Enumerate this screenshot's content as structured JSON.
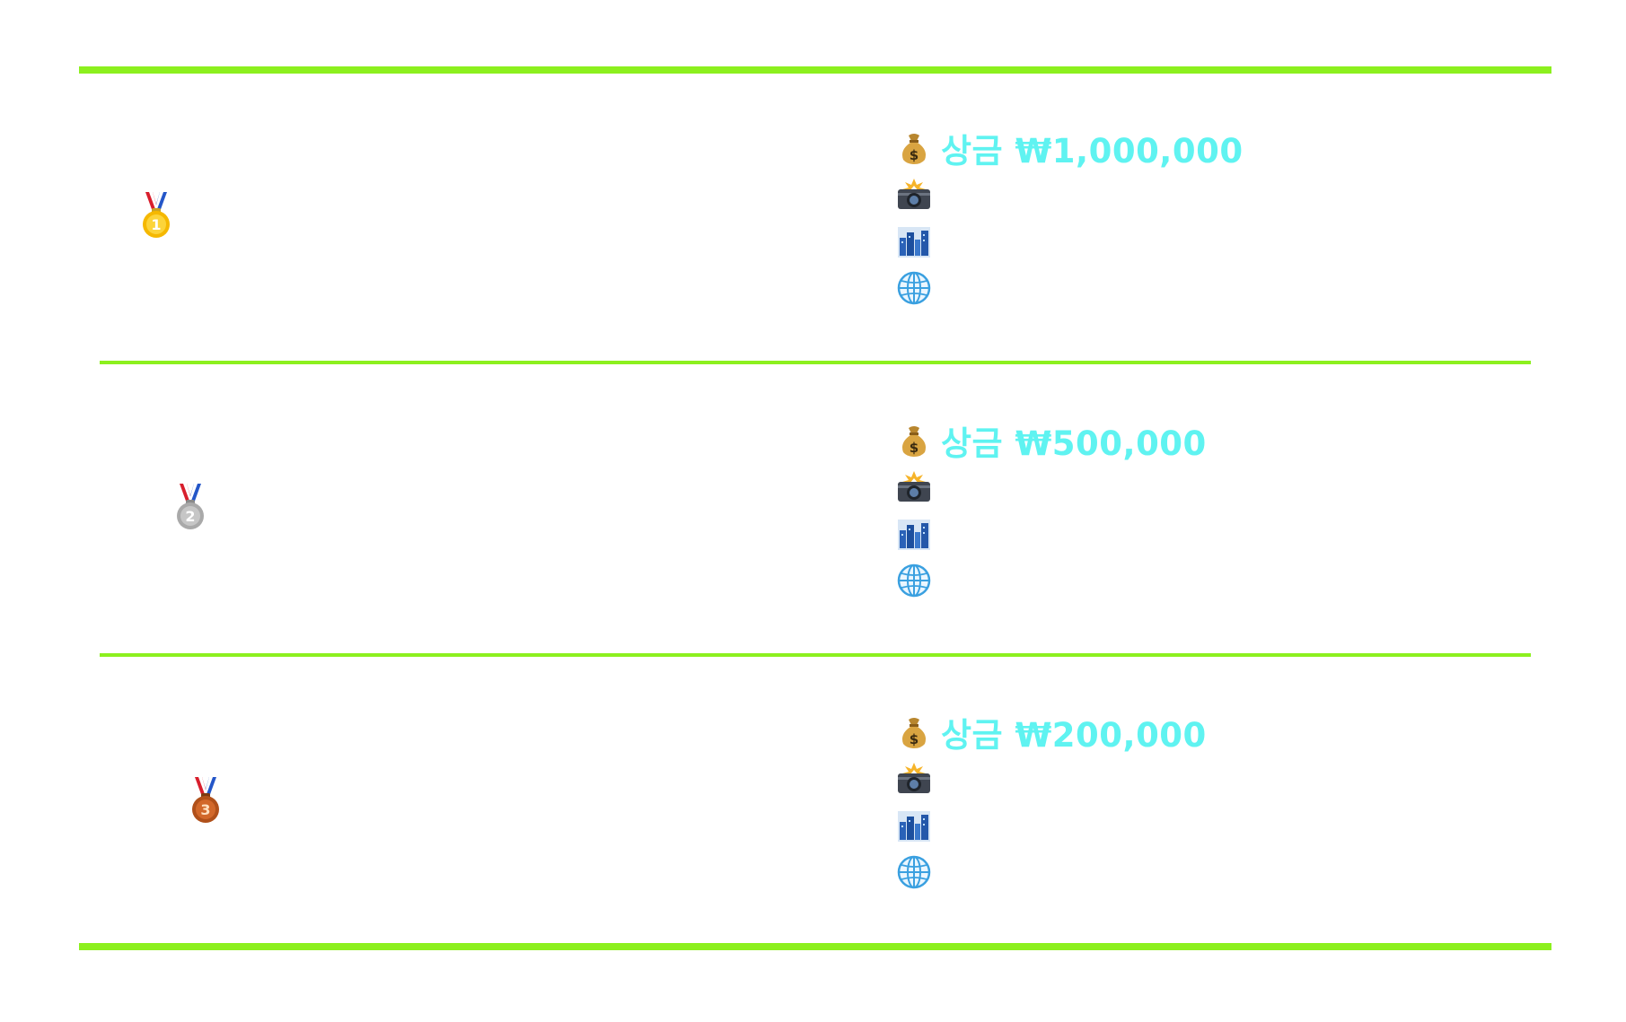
{
  "colors": {
    "rule": "#8cf01e",
    "prize_text": "#5ff3f1",
    "gold": "#f5b800",
    "silver": "#a9a9a9",
    "bronze": "#c0581a"
  },
  "places": [
    {
      "medal_icon": "first-place-medal-icon",
      "medal_number": "1",
      "prize_icon": "money-bag-icon",
      "prize_text": "상금 ₩1,000,000",
      "detail_icons": [
        "camera-flash-icon",
        "cityscape-icon",
        "globe-icon"
      ]
    },
    {
      "medal_icon": "second-place-medal-icon",
      "medal_number": "2",
      "prize_icon": "money-bag-icon",
      "prize_text": "상금 ₩500,000",
      "detail_icons": [
        "camera-flash-icon",
        "cityscape-icon",
        "globe-icon"
      ]
    },
    {
      "medal_icon": "third-place-medal-icon",
      "medal_number": "3",
      "prize_icon": "money-bag-icon",
      "prize_text": "상금 ₩200,000",
      "detail_icons": [
        "camera-flash-icon",
        "cityscape-icon",
        "globe-icon"
      ]
    }
  ]
}
